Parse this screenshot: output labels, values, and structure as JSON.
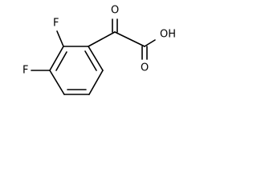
{
  "molecule": {
    "atoms": {
      "fluorine_ortho": "F",
      "fluorine_meta": "F",
      "ketone_oxygen": "O",
      "acid_oxygen": "O",
      "hydroxyl": "OH"
    }
  }
}
